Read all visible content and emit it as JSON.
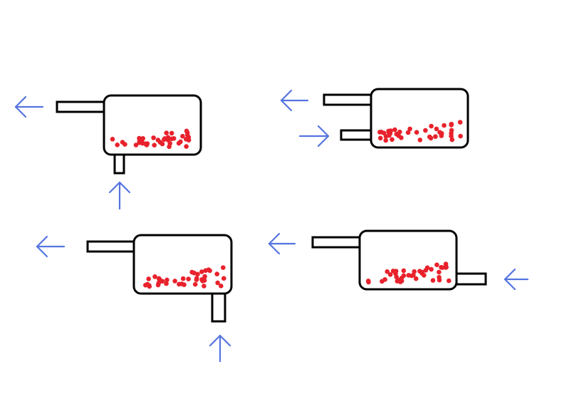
{
  "diagram": {
    "colors": {
      "outline": "#000000",
      "arrow": "#5474e0",
      "particle": "#e8222c",
      "fill": "#ffffff"
    },
    "units": [
      {
        "name": "unit-top-left",
        "outlet": "left",
        "inlet": "bottom",
        "inlet_arrow": "up",
        "outlet_arrow": "left",
        "particles": 40
      },
      {
        "name": "unit-top-right",
        "outlet": "left",
        "inlet": "left-lower",
        "inlet_arrow": "right",
        "outlet_arrow": "left",
        "particles": 40
      },
      {
        "name": "unit-bottom-left",
        "outlet": "left",
        "inlet": "bottom",
        "inlet_arrow": "up",
        "outlet_arrow": "left",
        "particles": 40
      },
      {
        "name": "unit-bottom-right",
        "outlet": "left",
        "inlet": "right-lower",
        "inlet_arrow": "left",
        "outlet_arrow": "left",
        "particles": 40
      }
    ]
  }
}
